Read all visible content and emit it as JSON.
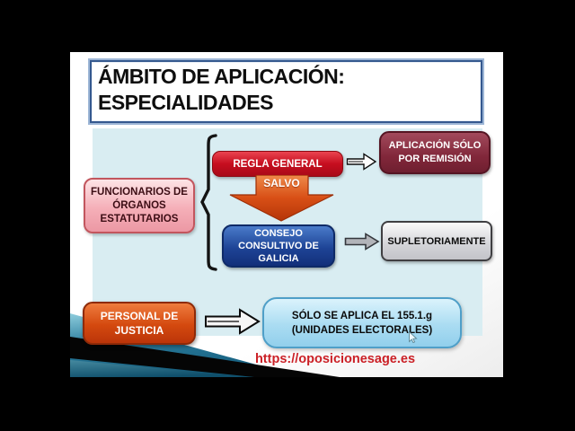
{
  "slide": {
    "title": "ÁMBITO DE APLICACIÓN:\nESPECIALIDADES"
  },
  "diagram": {
    "funcionarios": "FUNCIONARIOS DE\nÓRGANOS\nESTATUTARIOS",
    "regla_general": "REGLA GENERAL",
    "salvo": "SALVO",
    "aplicacion_remision": "APLICACIÓN SÓLO\nPOR REMISIÓN",
    "consejo": "CONSEJO\nCONSULTIVO DE\nGALICIA",
    "supletoriamente": "SUPLETORIAMENTE",
    "personal_justicia": "PERSONAL DE\nJUSTICIA",
    "solo_aplica": "SÓLO SE APLICA EL 155.1.g\n(UNIDADES ELECTORALES)"
  },
  "footer": {
    "url": "https://oposicionesage.es"
  },
  "colors": {
    "regla_red": "#c60e1f",
    "aplicacion_maroon": "#81273a",
    "consejo_blue": "#1e4496",
    "salvo_orange": "#d2491a",
    "personal_orange": "#d4490f",
    "funcionarios_pink": "#f5afb8",
    "solo_lightblue": "#aadcf2",
    "supletoriamente_gray": "#d3d4d8",
    "panel_lightblue": "#d9edf2",
    "title_border_blue": "#35598f",
    "url_red": "#cb2026",
    "decor_teal": "#2d7e9e"
  }
}
